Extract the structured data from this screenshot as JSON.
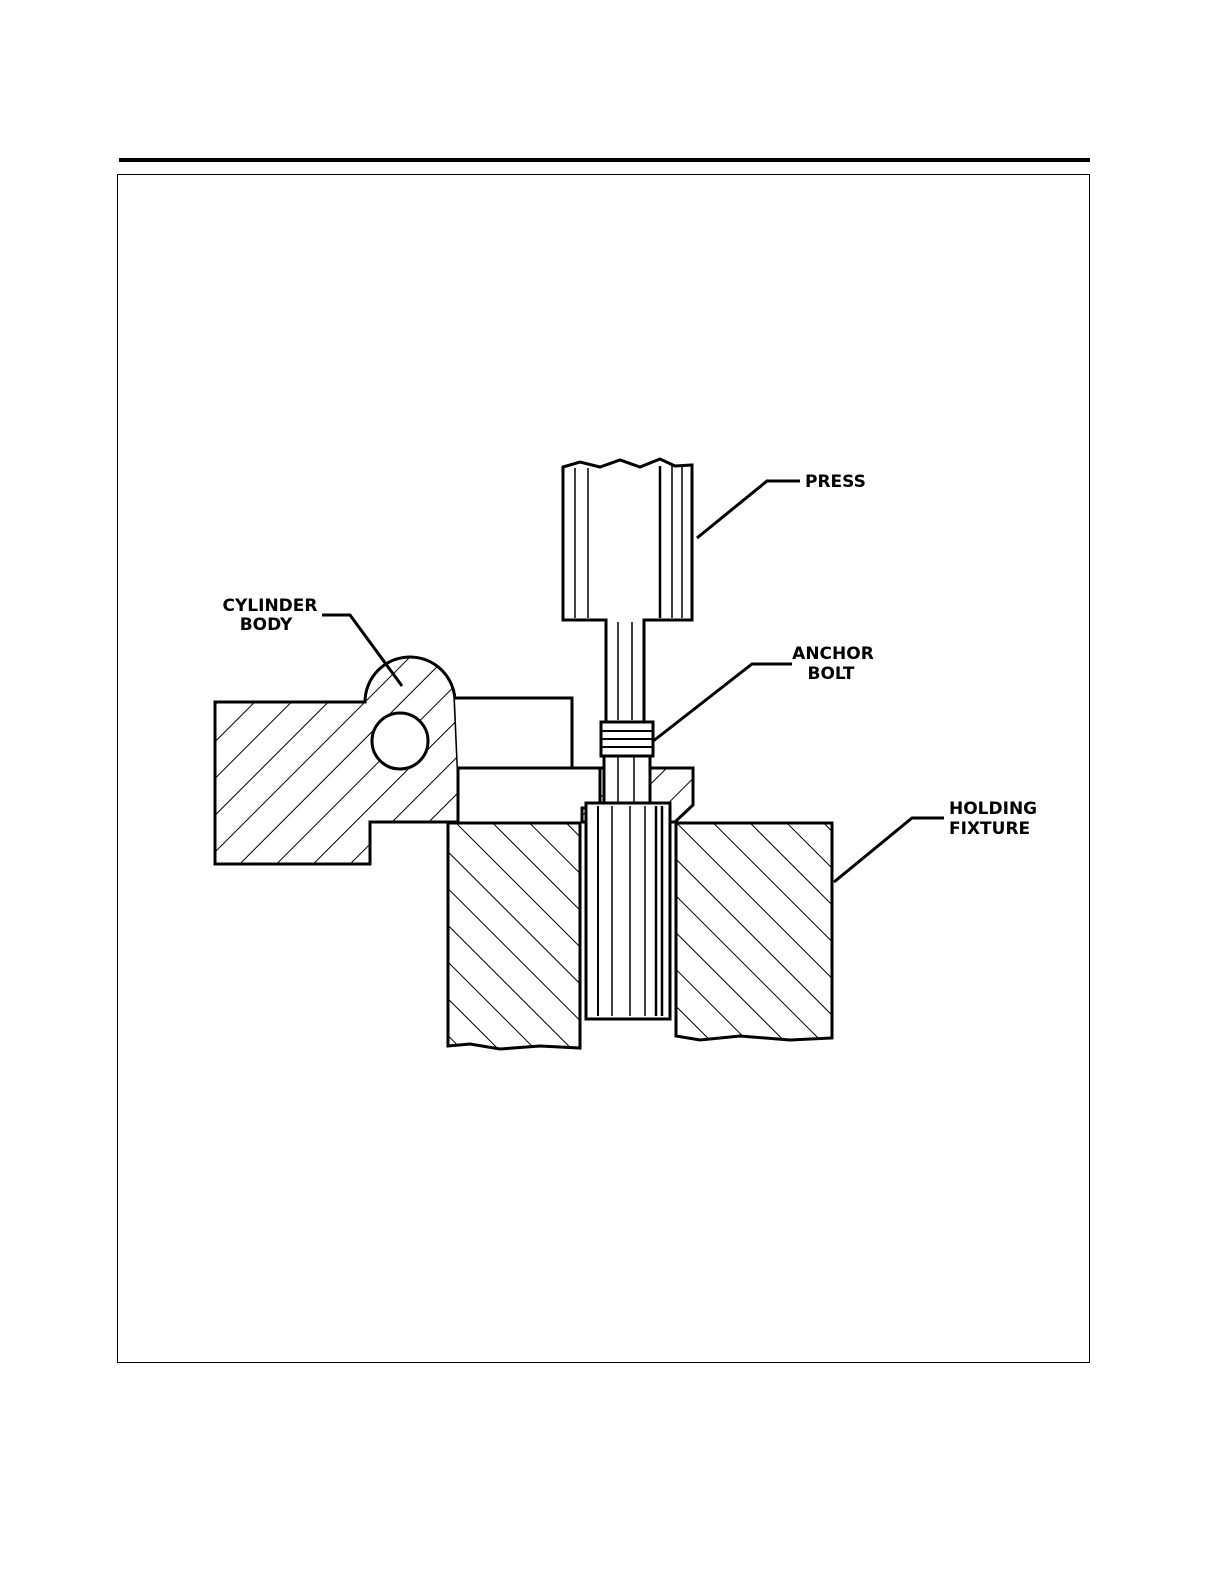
{
  "labels": {
    "press": "PRESS",
    "anchor_bolt_line1": "ANCHOR",
    "anchor_bolt_line2": "BOLT",
    "cylinder_body_line1": "CYLINDER",
    "cylinder_body_line2": "BODY",
    "holding_fixture_line1": "HOLDING",
    "holding_fixture_line2": "FIXTURE"
  },
  "colors": {
    "ink": "#000000",
    "paper": "#ffffff"
  }
}
